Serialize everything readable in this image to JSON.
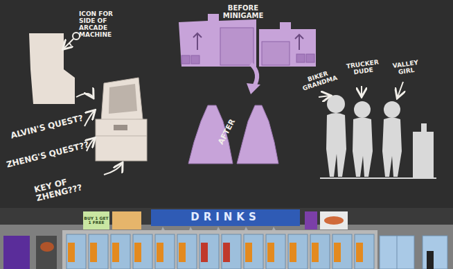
{
  "diagram": {
    "nodes": [
      {
        "text": [
          "BUY 1 GET 1 FREE"
        ]
      },
      {
        "text": [
          "DRINKS"
        ]
      }
    ],
    "labels": [
      "ICON FOR SIDE OF ARCADE MACHINE",
      "ALVIN'S QUEST?",
      "ZHENG'S QUEST??",
      "KEY OF ZHENG???",
      "BEFORE MINIGAME",
      "AFTER",
      "BIKER GRANDMA",
      "TRUCKER DUDE",
      "VALLEY GIRL"
    ]
  }
}
